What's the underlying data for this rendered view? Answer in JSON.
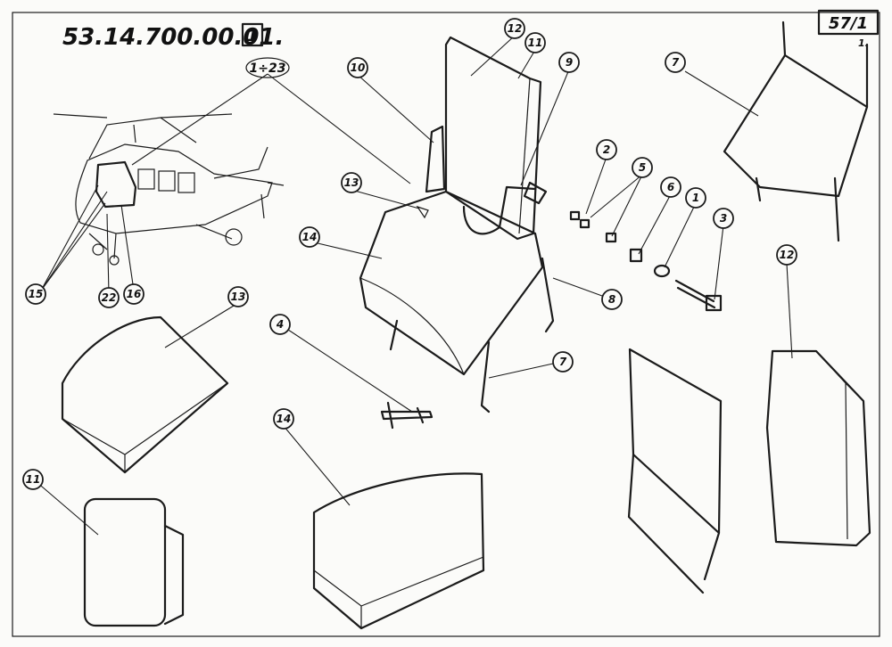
{
  "drawing": {
    "number": "53.14.700.00.01.",
    "sheet_box": "1",
    "page_ref": "57/1",
    "page_sub": "1.",
    "range_label": "1÷23"
  },
  "callouts": {
    "c1": "1",
    "c2": "2",
    "c3": "3",
    "c4": "4",
    "c5": "5",
    "c6": "6",
    "c7a": "7",
    "c7b": "7",
    "c8": "8",
    "c9": "9",
    "c10": "10",
    "c11a": "11",
    "c11b": "11",
    "c12a": "12",
    "c12b": "12",
    "c13a": "13",
    "c13b": "13",
    "c14a": "14",
    "c14b": "14",
    "c15": "15",
    "c16": "16",
    "c22": "22"
  },
  "colors": {
    "ink": "#1b1b1b",
    "paper": "#fbfbf9",
    "mesh": "#2a2a2a"
  }
}
